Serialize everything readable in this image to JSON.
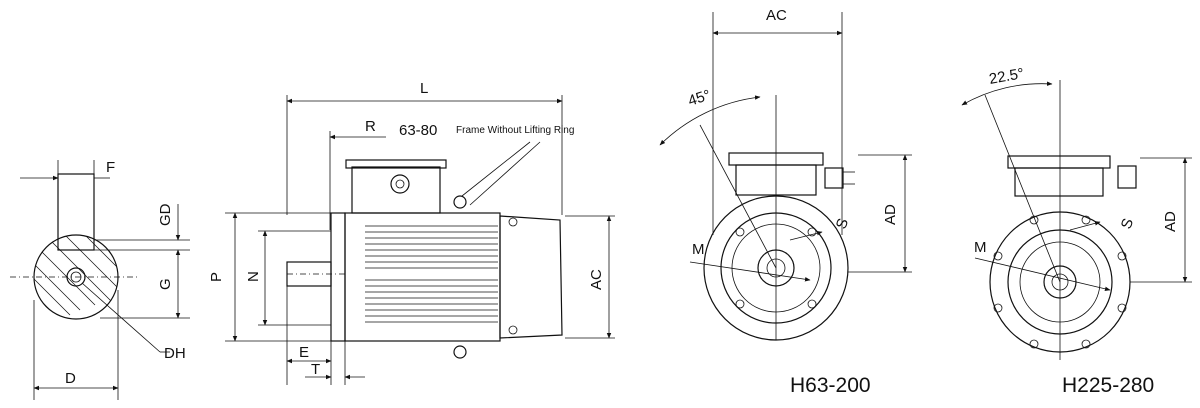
{
  "shaft_view": {
    "labels": {
      "F": "F",
      "GD": "GD",
      "G": "G",
      "DH": "DH",
      "D": "D"
    }
  },
  "side_view": {
    "labels": {
      "L": "L",
      "R": "R",
      "P": "P",
      "N": "N",
      "AC": "AC",
      "E": "E",
      "T": "T"
    },
    "note_frame": "63-80",
    "note_text": "Frame Without Lifting Ring"
  },
  "front_view_small": {
    "labels": {
      "AC": "AC",
      "angle": "45°",
      "AD": "AD",
      "S": "S",
      "M": "M"
    },
    "caption": "H63-200"
  },
  "front_view_large": {
    "labels": {
      "angle": "22.5°",
      "AD": "AD",
      "S": "S",
      "M": "M"
    },
    "caption": "H225-280"
  }
}
